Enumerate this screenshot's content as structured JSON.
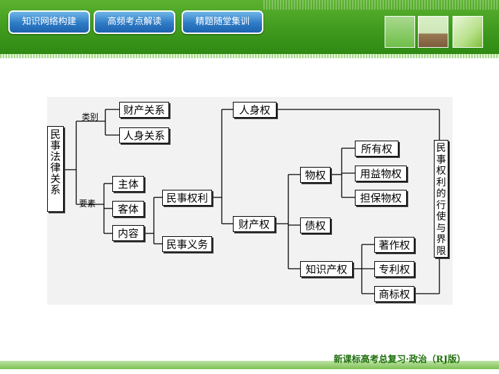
{
  "tabs": [
    {
      "label": "知识网络构建"
    },
    {
      "label": "高频考点解读"
    },
    {
      "label": "精题随堂集训"
    }
  ],
  "diagram": {
    "root": "民事法律关系",
    "label_category": "类别",
    "label_elements": "要素",
    "category_property": "财产关系",
    "category_personal": "人身关系",
    "element_subject": "主体",
    "element_object": "客体",
    "element_content": "内容",
    "civil_rights": "民事权利",
    "civil_obligations": "民事义务",
    "personal_rights": "人身权",
    "property_rights": "财产权",
    "real_rights": "物权",
    "ownership": "所有权",
    "usufruct": "用益物权",
    "security_rights": "担保物权",
    "creditor_rights": "债权",
    "ip_rights": "知识产权",
    "copyright": "著作权",
    "patent": "专利权",
    "trademark": "商标权",
    "exercise_and_limits": "民事权利的行使与界限"
  },
  "footer": {
    "text": "新课标高考总复习·政治（RJ版）"
  },
  "colors": {
    "header_green": "#3f9a1e",
    "tab_blue": "#2e7bc6",
    "footer_text_green": "#1e6f0c"
  }
}
